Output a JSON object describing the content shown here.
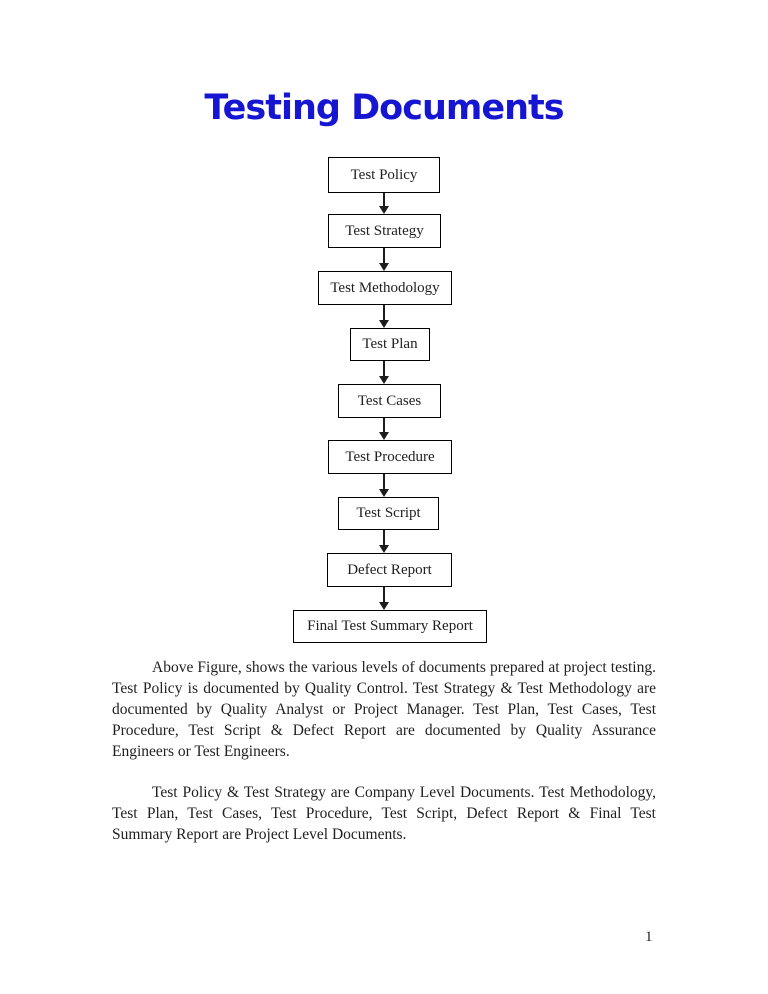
{
  "page": {
    "title": "Testing Documents",
    "page_number": "1"
  },
  "colors": {
    "title_blue": "#1616d2",
    "text": "#1f1f1f",
    "box_border": "#000000"
  },
  "flowchart": {
    "nodes": [
      {
        "label": "Test Policy"
      },
      {
        "label": "Test Strategy"
      },
      {
        "label": "Test Methodology"
      },
      {
        "label": "Test Plan"
      },
      {
        "label": "Test Cases"
      },
      {
        "label": "Test Procedure"
      },
      {
        "label": "Test Script"
      },
      {
        "label": "Defect Report"
      },
      {
        "label": "Final Test Summary Report"
      }
    ]
  },
  "body": {
    "paragraph1": "Above Figure, shows the various levels of documents prepared at project testing. Test Policy is documented by Quality Control. Test Strategy & Test Methodology are documented by Quality Analyst or Project Manager. Test Plan, Test Cases, Test Procedure, Test Script & Defect Report are documented by Quality Assurance Engineers or Test Engineers.",
    "paragraph2": "Test Policy & Test Strategy are Company Level Documents. Test Methodology, Test Plan, Test Cases, Test Procedure, Test Script, Defect Report & Final Test Summary Report are Project Level Documents."
  }
}
